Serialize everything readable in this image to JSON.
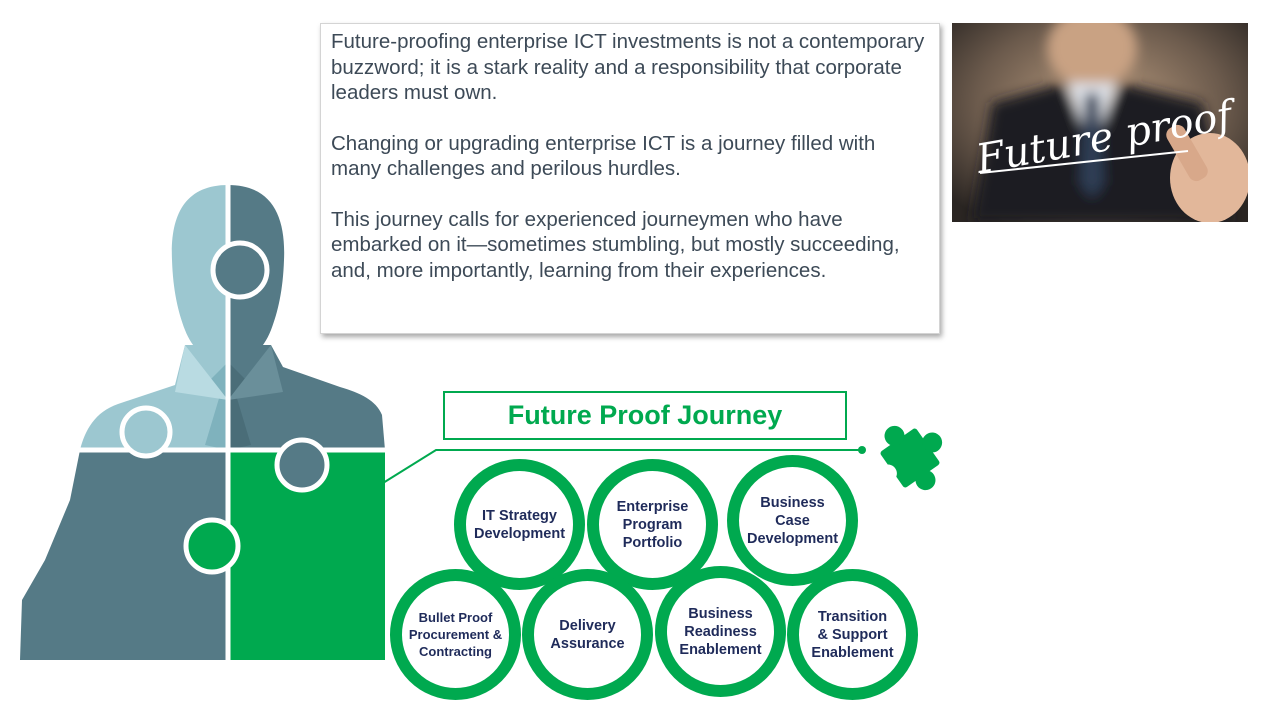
{
  "text_box": {
    "paragraphs": [
      "Future-proofing enterprise ICT investments is not a contemporary buzzword; it is a stark reality and a responsibility that corporate leaders must own.",
      "Changing or upgrading enterprise ICT is a journey filled with many challenges and perilous hurdles.",
      "This journey calls for experienced journeymen who have embarked on it—sometimes stumbling, but mostly succeeding, and, more importantly, learning from their experiences."
    ]
  },
  "photo": {
    "handwriting": "Future proof"
  },
  "journey": {
    "title": "Future Proof Journey",
    "steps": [
      "IT Strategy\nDevelopment",
      "Enterprise\nProgram\nPortfolio",
      "Business\nCase\nDevelopment",
      "Bullet Proof\nProcurement &\nContracting",
      "Delivery\nAssurance",
      "Business\nReadiness\nEnablement",
      "Transition\n& Support\nEnablement"
    ]
  },
  "colors": {
    "green": "#00a94f",
    "dark_slate": "#557a86",
    "light_slate": "#9cc7d0",
    "navy_text": "#1f2b5a",
    "body_text": "#3d4a57"
  }
}
